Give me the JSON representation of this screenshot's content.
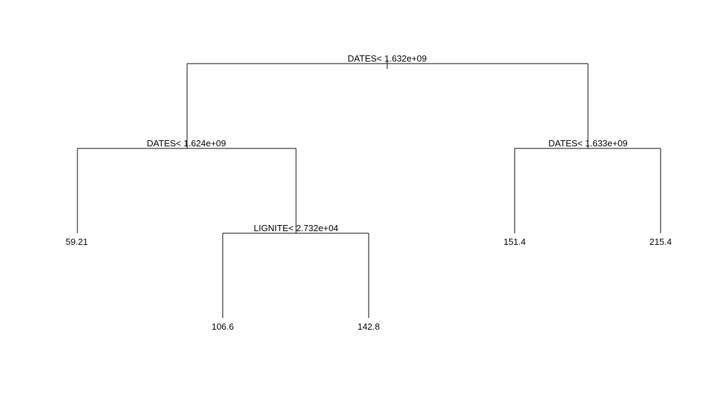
{
  "tree": {
    "line_color": "#000000",
    "text_color": "#000000",
    "splits": {
      "root": "DATES< 1.632e+09",
      "left": "DATES< 1.624e+09",
      "left_right": "LIGNITE< 2.732e+04",
      "right": "DATES< 1.633e+09"
    },
    "leaves": {
      "left_left": "59.21",
      "left_right_left": "106.6",
      "left_right_right": "142.8",
      "right_left": "151.4",
      "right_right": "215.4"
    }
  }
}
